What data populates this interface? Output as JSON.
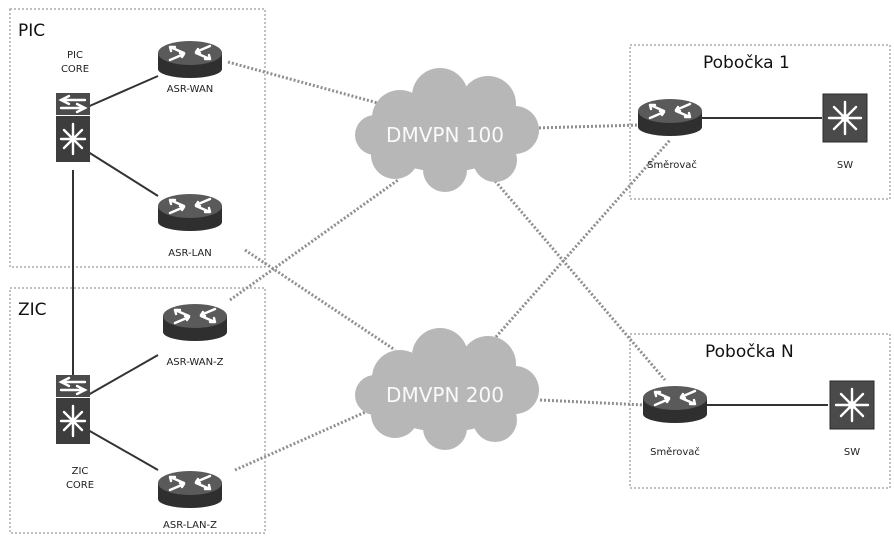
{
  "sites": {
    "pic": {
      "title": "PIC"
    },
    "zic": {
      "title": "ZIC"
    },
    "branch1": {
      "title": "Pobočka 1"
    },
    "branchN": {
      "title": "Pobočka N"
    }
  },
  "clouds": {
    "dmvpn100": {
      "label": "DMVPN 100"
    },
    "dmvpn200": {
      "label": "DMVPN 200"
    }
  },
  "devices": {
    "pic_core": {
      "label_line1": "PIC",
      "label_line2": "CORE",
      "icon": "multilayer-switch-icon"
    },
    "asr_wan": {
      "label": "ASR-WAN",
      "icon": "router-icon"
    },
    "asr_lan": {
      "label": "ASR-LAN",
      "icon": "router-icon"
    },
    "zic_core": {
      "label_line1": "ZIC",
      "label_line2": "CORE",
      "icon": "multilayer-switch-icon"
    },
    "asr_wan_z": {
      "label": "ASR-WAN-Z",
      "icon": "router-icon"
    },
    "asr_lan_z": {
      "label": "ASR-LAN-Z",
      "icon": "router-icon"
    },
    "branch1_router": {
      "label": "Směrovač",
      "icon": "router-icon"
    },
    "branch1_switch": {
      "label": "SW",
      "icon": "switch-icon"
    },
    "branchN_router": {
      "label": "Směrovač",
      "icon": "router-icon"
    },
    "branchN_switch": {
      "label": "SW",
      "icon": "switch-icon"
    }
  }
}
